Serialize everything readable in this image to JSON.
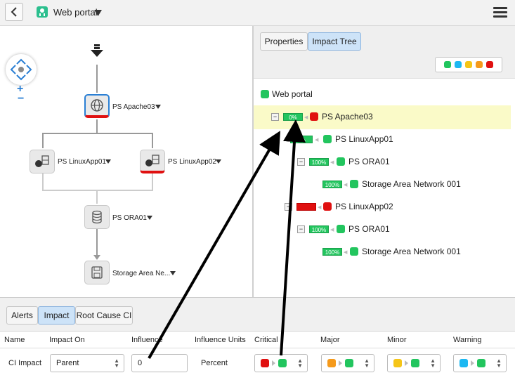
{
  "app": {
    "title": "Web portal"
  },
  "colors": {
    "green": "#22c55e",
    "red": "#e01010",
    "orange": "#f59a1b",
    "yellow": "#f5c518",
    "cyan": "#1cb8f2",
    "accent": "#2a7fd4"
  },
  "graph": {
    "nodes": [
      {
        "label": "PS Apache03",
        "icon": "globe-icon"
      },
      {
        "label": "PS LinuxApp01",
        "icon": "server-icon"
      },
      {
        "label": "PS LinuxApp02",
        "icon": "server-icon"
      },
      {
        "label": "PS ORA01",
        "icon": "database-icon"
      },
      {
        "label": "Storage Area Ne...",
        "icon": "floppy-icon"
      }
    ],
    "zoom_in": "+",
    "zoom_out": "−"
  },
  "right_tabs": [
    {
      "label": "Properties"
    },
    {
      "label": "Impact Tree"
    }
  ],
  "tree": {
    "root": "Web portal",
    "rows": [
      {
        "pct": "0%",
        "label": "PS Apache03",
        "collapse": "−"
      },
      {
        "pct": "0%",
        "label": "PS LinuxApp01"
      },
      {
        "pct": "100%",
        "label": "PS ORA01",
        "collapse": "−"
      },
      {
        "pct": "100%",
        "label": "Storage Area Network 001"
      },
      {
        "pct": "",
        "label": "PS LinuxApp02",
        "collapse": "−"
      },
      {
        "pct": "100%",
        "label": "PS ORA01",
        "collapse": "−"
      },
      {
        "pct": "100%",
        "label": "Storage Area Network 001"
      }
    ]
  },
  "bottom_tabs": [
    {
      "label": "Alerts"
    },
    {
      "label": "Impact"
    },
    {
      "label": "Root Cause CI"
    }
  ],
  "table": {
    "headers": [
      "Name",
      "Impact On",
      "Influence",
      "Influence Units",
      "Critical",
      "Major",
      "Minor",
      "Warning"
    ],
    "row": {
      "name": "CI Impact",
      "impact_on": "Parent",
      "influence": "0",
      "units": "Percent"
    }
  }
}
